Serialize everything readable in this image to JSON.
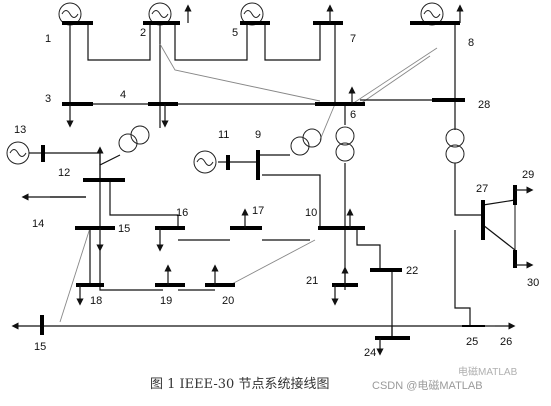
{
  "caption": "图 1 IEEE-30 节点系统接线图",
  "watermark_top": "电磁MATLAB",
  "watermark": "CSDN @电磁MATLAB",
  "buses": [
    {
      "id": "b1",
      "label": "1"
    },
    {
      "id": "b2",
      "label": "2"
    },
    {
      "id": "b3",
      "label": "3"
    },
    {
      "id": "b4",
      "label": "4"
    },
    {
      "id": "b5",
      "label": "5"
    },
    {
      "id": "b6",
      "label": "6"
    },
    {
      "id": "b7",
      "label": "7"
    },
    {
      "id": "b8",
      "label": "8"
    },
    {
      "id": "b9",
      "label": "9"
    },
    {
      "id": "b10",
      "label": "10"
    },
    {
      "id": "b11",
      "label": "11"
    },
    {
      "id": "b12",
      "label": "12"
    },
    {
      "id": "b13",
      "label": "13"
    },
    {
      "id": "b14",
      "label": "14"
    },
    {
      "id": "b15",
      "label": "15"
    },
    {
      "id": "b16",
      "label": "16"
    },
    {
      "id": "b17",
      "label": "17"
    },
    {
      "id": "b18",
      "label": "18"
    },
    {
      "id": "b19",
      "label": "19"
    },
    {
      "id": "b20",
      "label": "20"
    },
    {
      "id": "b21",
      "label": "21"
    },
    {
      "id": "b22",
      "label": "22"
    },
    {
      "id": "b23",
      "label": "15"
    },
    {
      "id": "b24",
      "label": "24"
    },
    {
      "id": "b25",
      "label": "25"
    },
    {
      "id": "b26",
      "label": "26"
    },
    {
      "id": "b27",
      "label": "27"
    },
    {
      "id": "b28",
      "label": "28"
    },
    {
      "id": "b29",
      "label": "29"
    },
    {
      "id": "b30",
      "label": "30"
    }
  ]
}
